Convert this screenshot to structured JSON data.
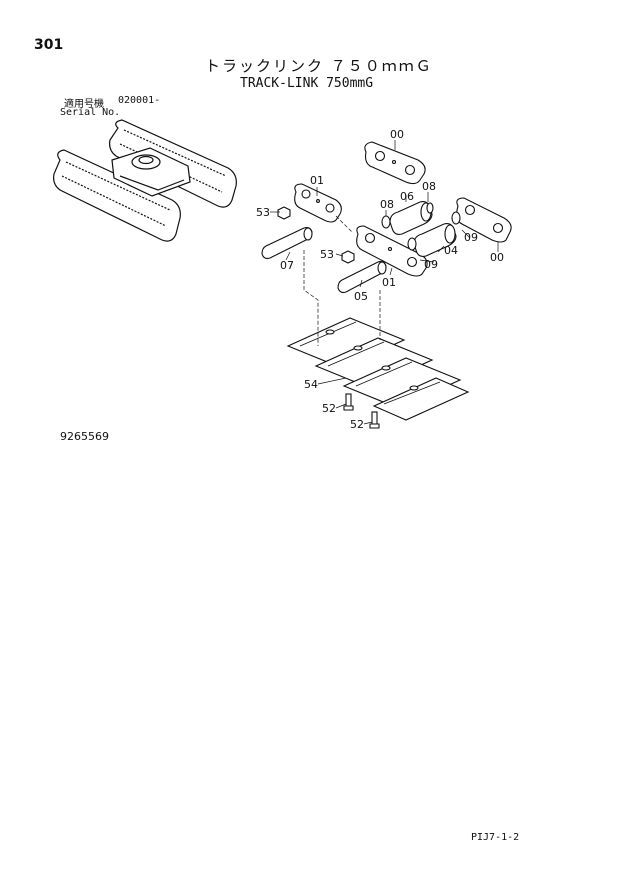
{
  "header": {
    "page_number": "301",
    "title_japanese": "トラックリンク ７５０ｍｍＧ",
    "title_english": "TRACK-LINK 750mmG",
    "serial_label_japanese": "適用号機",
    "serial_value": "020001-",
    "serial_label_english": "Serial No."
  },
  "diagram": {
    "callouts": {
      "c00": "00",
      "c01a": "01",
      "c01b": "01",
      "c04": "04",
      "c05": "05",
      "c06": "06",
      "c07": "07",
      "c08a": "08",
      "c08b": "08",
      "c09a": "09",
      "c09b": "09",
      "c00b": "00",
      "c53a": "53",
      "c53b": "53",
      "c54": "54",
      "c52a": "52",
      "c52b": "52"
    }
  },
  "footer": {
    "document_number": "9265569",
    "page_code": "PIJ7-1-2"
  }
}
